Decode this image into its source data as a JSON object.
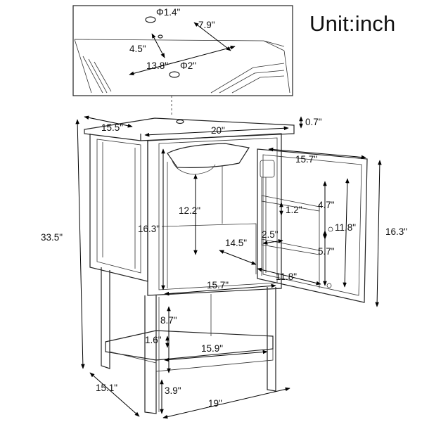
{
  "unit_label": "Unit:inch",
  "dimensions": {
    "top_hole_small": "Φ1.4\"",
    "top_depth_inset": "7.9\"",
    "top_side": "4.5\"",
    "top_width_inset": "13.8\"",
    "top_hole_large": "Φ2\"",
    "depth_top": "15.5\"",
    "width_top": "20\"",
    "top_thickness": "0.7\"",
    "door_width": "15.7\"",
    "overall_height": "33.5\"",
    "basin_clearance": "12.2\"",
    "cabinet_inner_height": "16.3\"",
    "inner_depth": "14.5\"",
    "shelf_gap": "1.2\"",
    "rack_upper": "4.7\"",
    "rack_width": "2.5\"",
    "rack_height": "11.8\"",
    "rack_lower": "5.7\"",
    "door_height": "16.3\"",
    "door_inner_width": "11.8\"",
    "inner_width": "15.7\"",
    "open_shelf_height": "8.7\"",
    "shelf_thickness": "1.6\"",
    "shelf_width": "15.9\"",
    "base_depth": "15.1\"",
    "leg_height": "3.9\"",
    "base_width": "19\""
  }
}
